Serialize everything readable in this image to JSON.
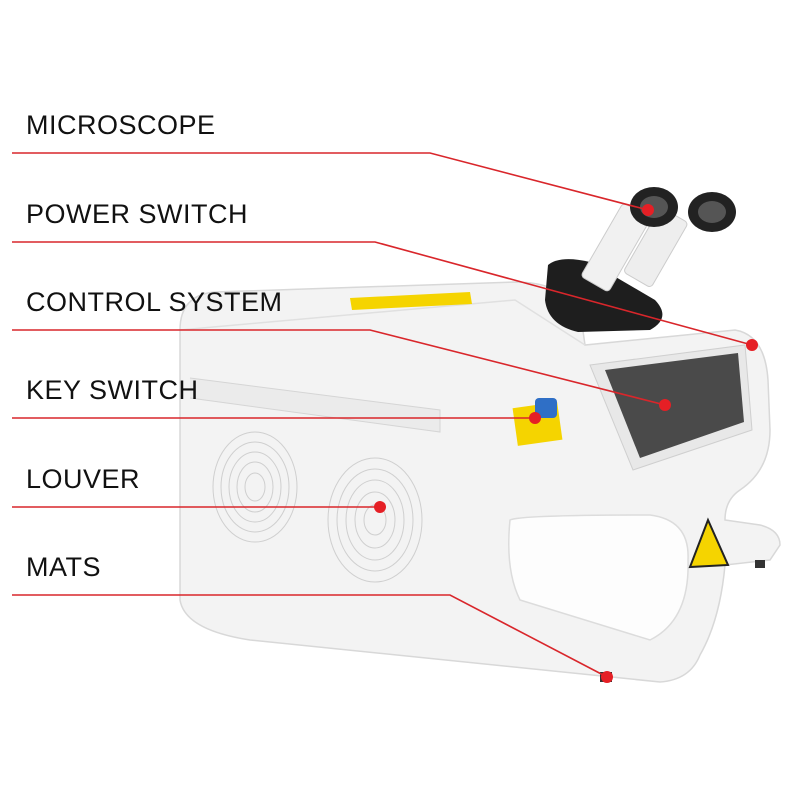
{
  "labels": [
    {
      "id": "microscope",
      "text": "MICROSCOPE"
    },
    {
      "id": "power-switch",
      "text": "POWER SWITCH"
    },
    {
      "id": "control-system",
      "text": "CONTROL SYSTEM"
    },
    {
      "id": "key-switch",
      "text": "KEY SWITCH"
    },
    {
      "id": "louver",
      "text": "LOUVER"
    },
    {
      "id": "mats",
      "text": "MATS"
    }
  ],
  "colors": {
    "leader_line": "#d9262b",
    "text": "#111111",
    "warning_yellow": "#f5d400"
  }
}
